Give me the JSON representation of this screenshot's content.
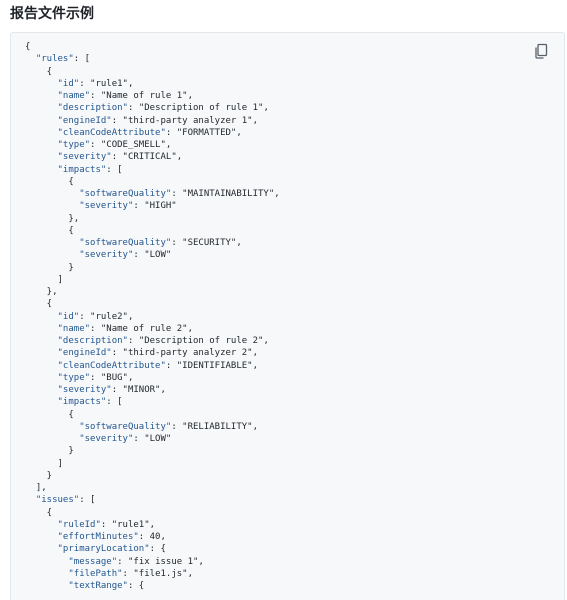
{
  "heading": "报告文件示例",
  "copy_button": {
    "icon": "copy-icon"
  },
  "code_lines": [
    [
      {
        "t": "p",
        "v": "{"
      }
    ],
    [
      {
        "t": "p",
        "v": "  "
      },
      {
        "t": "k",
        "v": "\"rules\""
      },
      {
        "t": "p",
        "v": ": ["
      }
    ],
    [
      {
        "t": "p",
        "v": "    {"
      }
    ],
    [
      {
        "t": "p",
        "v": "      "
      },
      {
        "t": "k",
        "v": "\"id\""
      },
      {
        "t": "p",
        "v": ": "
      },
      {
        "t": "s",
        "v": "\"rule1\""
      },
      {
        "t": "p",
        "v": ","
      }
    ],
    [
      {
        "t": "p",
        "v": "      "
      },
      {
        "t": "k",
        "v": "\"name\""
      },
      {
        "t": "p",
        "v": ": "
      },
      {
        "t": "s",
        "v": "\"Name of rule 1\""
      },
      {
        "t": "p",
        "v": ","
      }
    ],
    [
      {
        "t": "p",
        "v": "      "
      },
      {
        "t": "k",
        "v": "\"description\""
      },
      {
        "t": "p",
        "v": ": "
      },
      {
        "t": "s",
        "v": "\"Description of rule 1\""
      },
      {
        "t": "p",
        "v": ","
      }
    ],
    [
      {
        "t": "p",
        "v": "      "
      },
      {
        "t": "k",
        "v": "\"engineId\""
      },
      {
        "t": "p",
        "v": ": "
      },
      {
        "t": "s",
        "v": "\"third-party analyzer 1\""
      },
      {
        "t": "p",
        "v": ","
      }
    ],
    [
      {
        "t": "p",
        "v": "      "
      },
      {
        "t": "k",
        "v": "\"cleanCodeAttribute\""
      },
      {
        "t": "p",
        "v": ": "
      },
      {
        "t": "s",
        "v": "\"FORMATTED\""
      },
      {
        "t": "p",
        "v": ","
      }
    ],
    [
      {
        "t": "p",
        "v": "      "
      },
      {
        "t": "k",
        "v": "\"type\""
      },
      {
        "t": "p",
        "v": ": "
      },
      {
        "t": "s",
        "v": "\"CODE_SMELL\""
      },
      {
        "t": "p",
        "v": ","
      }
    ],
    [
      {
        "t": "p",
        "v": "      "
      },
      {
        "t": "k",
        "v": "\"severity\""
      },
      {
        "t": "p",
        "v": ": "
      },
      {
        "t": "s",
        "v": "\"CRITICAL\""
      },
      {
        "t": "p",
        "v": ","
      }
    ],
    [
      {
        "t": "p",
        "v": "      "
      },
      {
        "t": "k",
        "v": "\"impacts\""
      },
      {
        "t": "p",
        "v": ": ["
      }
    ],
    [
      {
        "t": "p",
        "v": "        {"
      }
    ],
    [
      {
        "t": "p",
        "v": "          "
      },
      {
        "t": "k",
        "v": "\"softwareQuality\""
      },
      {
        "t": "p",
        "v": ": "
      },
      {
        "t": "s",
        "v": "\"MAINTAINABILITY\""
      },
      {
        "t": "p",
        "v": ","
      }
    ],
    [
      {
        "t": "p",
        "v": "          "
      },
      {
        "t": "k",
        "v": "\"severity\""
      },
      {
        "t": "p",
        "v": ": "
      },
      {
        "t": "s",
        "v": "\"HIGH\""
      }
    ],
    [
      {
        "t": "p",
        "v": "        },"
      }
    ],
    [
      {
        "t": "p",
        "v": "        {"
      }
    ],
    [
      {
        "t": "p",
        "v": "          "
      },
      {
        "t": "k",
        "v": "\"softwareQuality\""
      },
      {
        "t": "p",
        "v": ": "
      },
      {
        "t": "s",
        "v": "\"SECURITY\""
      },
      {
        "t": "p",
        "v": ","
      }
    ],
    [
      {
        "t": "p",
        "v": "          "
      },
      {
        "t": "k",
        "v": "\"severity\""
      },
      {
        "t": "p",
        "v": ": "
      },
      {
        "t": "s",
        "v": "\"LOW\""
      }
    ],
    [
      {
        "t": "p",
        "v": "        }"
      }
    ],
    [
      {
        "t": "p",
        "v": "      ]"
      }
    ],
    [
      {
        "t": "p",
        "v": "    },"
      }
    ],
    [
      {
        "t": "p",
        "v": "    {"
      }
    ],
    [
      {
        "t": "p",
        "v": "      "
      },
      {
        "t": "k",
        "v": "\"id\""
      },
      {
        "t": "p",
        "v": ": "
      },
      {
        "t": "s",
        "v": "\"rule2\""
      },
      {
        "t": "p",
        "v": ","
      }
    ],
    [
      {
        "t": "p",
        "v": "      "
      },
      {
        "t": "k",
        "v": "\"name\""
      },
      {
        "t": "p",
        "v": ": "
      },
      {
        "t": "s",
        "v": "\"Name of rule 2\""
      },
      {
        "t": "p",
        "v": ","
      }
    ],
    [
      {
        "t": "p",
        "v": "      "
      },
      {
        "t": "k",
        "v": "\"description\""
      },
      {
        "t": "p",
        "v": ": "
      },
      {
        "t": "s",
        "v": "\"Description of rule 2\""
      },
      {
        "t": "p",
        "v": ","
      }
    ],
    [
      {
        "t": "p",
        "v": "      "
      },
      {
        "t": "k",
        "v": "\"engineId\""
      },
      {
        "t": "p",
        "v": ": "
      },
      {
        "t": "s",
        "v": "\"third-party analyzer 2\""
      },
      {
        "t": "p",
        "v": ","
      }
    ],
    [
      {
        "t": "p",
        "v": "      "
      },
      {
        "t": "k",
        "v": "\"cleanCodeAttribute\""
      },
      {
        "t": "p",
        "v": ": "
      },
      {
        "t": "s",
        "v": "\"IDENTIFIABLE\""
      },
      {
        "t": "p",
        "v": ","
      }
    ],
    [
      {
        "t": "p",
        "v": "      "
      },
      {
        "t": "k",
        "v": "\"type\""
      },
      {
        "t": "p",
        "v": ": "
      },
      {
        "t": "s",
        "v": "\"BUG\""
      },
      {
        "t": "p",
        "v": ","
      }
    ],
    [
      {
        "t": "p",
        "v": "      "
      },
      {
        "t": "k",
        "v": "\"severity\""
      },
      {
        "t": "p",
        "v": ": "
      },
      {
        "t": "s",
        "v": "\"MINOR\""
      },
      {
        "t": "p",
        "v": ","
      }
    ],
    [
      {
        "t": "p",
        "v": "      "
      },
      {
        "t": "k",
        "v": "\"impacts\""
      },
      {
        "t": "p",
        "v": ": ["
      }
    ],
    [
      {
        "t": "p",
        "v": "        {"
      }
    ],
    [
      {
        "t": "p",
        "v": "          "
      },
      {
        "t": "k",
        "v": "\"softwareQuality\""
      },
      {
        "t": "p",
        "v": ": "
      },
      {
        "t": "s",
        "v": "\"RELIABILITY\""
      },
      {
        "t": "p",
        "v": ","
      }
    ],
    [
      {
        "t": "p",
        "v": "          "
      },
      {
        "t": "k",
        "v": "\"severity\""
      },
      {
        "t": "p",
        "v": ": "
      },
      {
        "t": "s",
        "v": "\"LOW\""
      }
    ],
    [
      {
        "t": "p",
        "v": "        }"
      }
    ],
    [
      {
        "t": "p",
        "v": "      ]"
      }
    ],
    [
      {
        "t": "p",
        "v": "    }"
      }
    ],
    [
      {
        "t": "p",
        "v": "  ],"
      }
    ],
    [
      {
        "t": "p",
        "v": "  "
      },
      {
        "t": "k",
        "v": "\"issues\""
      },
      {
        "t": "p",
        "v": ": ["
      }
    ],
    [
      {
        "t": "p",
        "v": "    {"
      }
    ],
    [
      {
        "t": "p",
        "v": "      "
      },
      {
        "t": "k",
        "v": "\"ruleId\""
      },
      {
        "t": "p",
        "v": ": "
      },
      {
        "t": "s",
        "v": "\"rule1\""
      },
      {
        "t": "p",
        "v": ","
      }
    ],
    [
      {
        "t": "p",
        "v": "      "
      },
      {
        "t": "k",
        "v": "\"effortMinutes\""
      },
      {
        "t": "p",
        "v": ": "
      },
      {
        "t": "n",
        "v": "40"
      },
      {
        "t": "p",
        "v": ","
      }
    ],
    [
      {
        "t": "p",
        "v": "      "
      },
      {
        "t": "k",
        "v": "\"primaryLocation\""
      },
      {
        "t": "p",
        "v": ": {"
      }
    ],
    [
      {
        "t": "p",
        "v": "        "
      },
      {
        "t": "k",
        "v": "\"message\""
      },
      {
        "t": "p",
        "v": ": "
      },
      {
        "t": "s",
        "v": "\"fix issue 1\""
      },
      {
        "t": "p",
        "v": ","
      }
    ],
    [
      {
        "t": "p",
        "v": "        "
      },
      {
        "t": "k",
        "v": "\"filePath\""
      },
      {
        "t": "p",
        "v": ": "
      },
      {
        "t": "s",
        "v": "\"file1.js\""
      },
      {
        "t": "p",
        "v": ","
      }
    ],
    [
      {
        "t": "p",
        "v": "        "
      },
      {
        "t": "k",
        "v": "\"textRange\""
      },
      {
        "t": "p",
        "v": ": {"
      }
    ]
  ]
}
